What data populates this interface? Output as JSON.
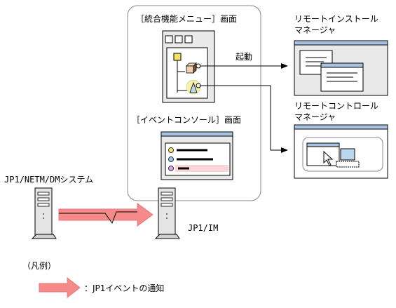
{
  "integrated_menu_title": "［統合機能メニュー］画面",
  "launch_label": "起動",
  "event_console_title": "［イベントコンソール］画面",
  "remote_install_manager": [
    "リモートインストール",
    "マネージャ"
  ],
  "remote_control_manager": [
    "リモートコントロール",
    "マネージャ"
  ],
  "source_system_label": "JP1/NETM/DMシステム",
  "jp1_im_label": "JP1/IM",
  "legend": {
    "heading": "（凡例）",
    "event_notification": "：JP1イベントの通知"
  },
  "colors": {
    "window_title_bar": "#a9c4e3",
    "window_border": "#000000",
    "panel_border": "#888888",
    "event_arrow": "#f58a8a",
    "event_arrow_outline": "#e57a7a",
    "list_dot_yellow": "#f0e070",
    "list_dot_blue": "#9fc2e6",
    "list_dot_purple": "#d6a6e6",
    "highlight_row": "#fbd6d6",
    "cube_fill": "#f1d2b0",
    "icon_yellow": "#f2e56a"
  }
}
